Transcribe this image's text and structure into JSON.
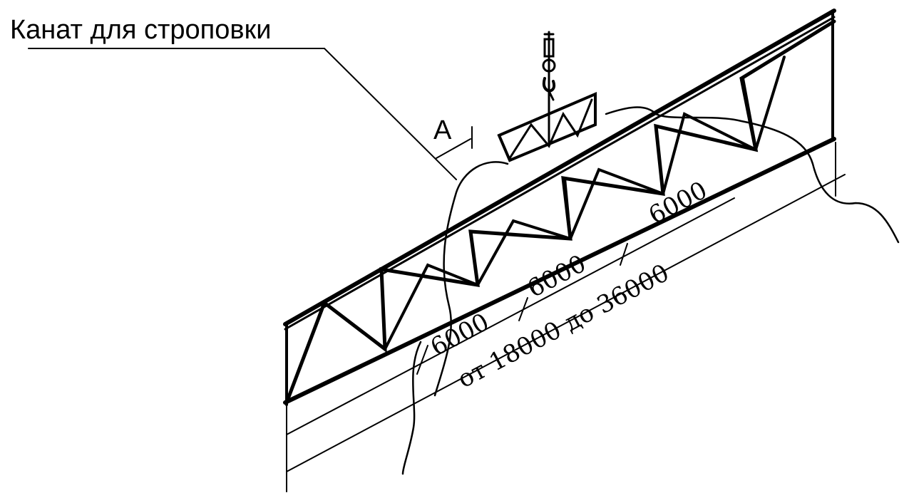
{
  "title_label": "Канат для строповки",
  "section_mark": "А",
  "dimensions": {
    "panels": [
      "6000",
      "6000",
      "6000"
    ],
    "span": "от 18000 до 36000"
  }
}
